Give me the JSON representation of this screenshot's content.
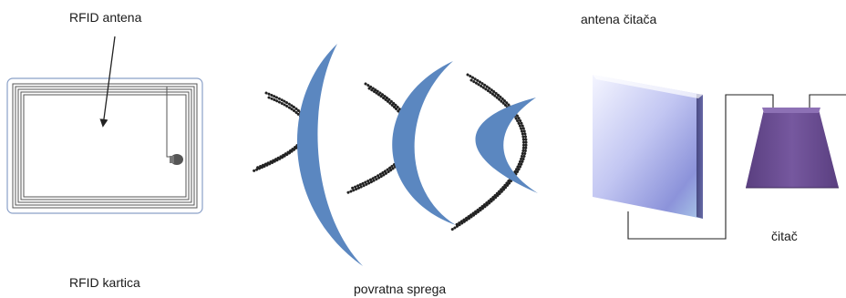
{
  "labels": {
    "rfid_antenna": "RFID antena",
    "rfid_card": "RFID kartica",
    "backscatter": "povratna sprega",
    "reader_antenna": "antena čitača",
    "reader": "čitač"
  },
  "colors": {
    "wave_crescent": "#5b87c0",
    "card_border": "#8aa0c8",
    "coil_lines": "#555555",
    "panel_light": "#eef0ff",
    "panel_dark": "#7e86d4",
    "reader_fill": "#6b4f93",
    "reader_top": "#8d71b5",
    "wire": "#222222"
  }
}
